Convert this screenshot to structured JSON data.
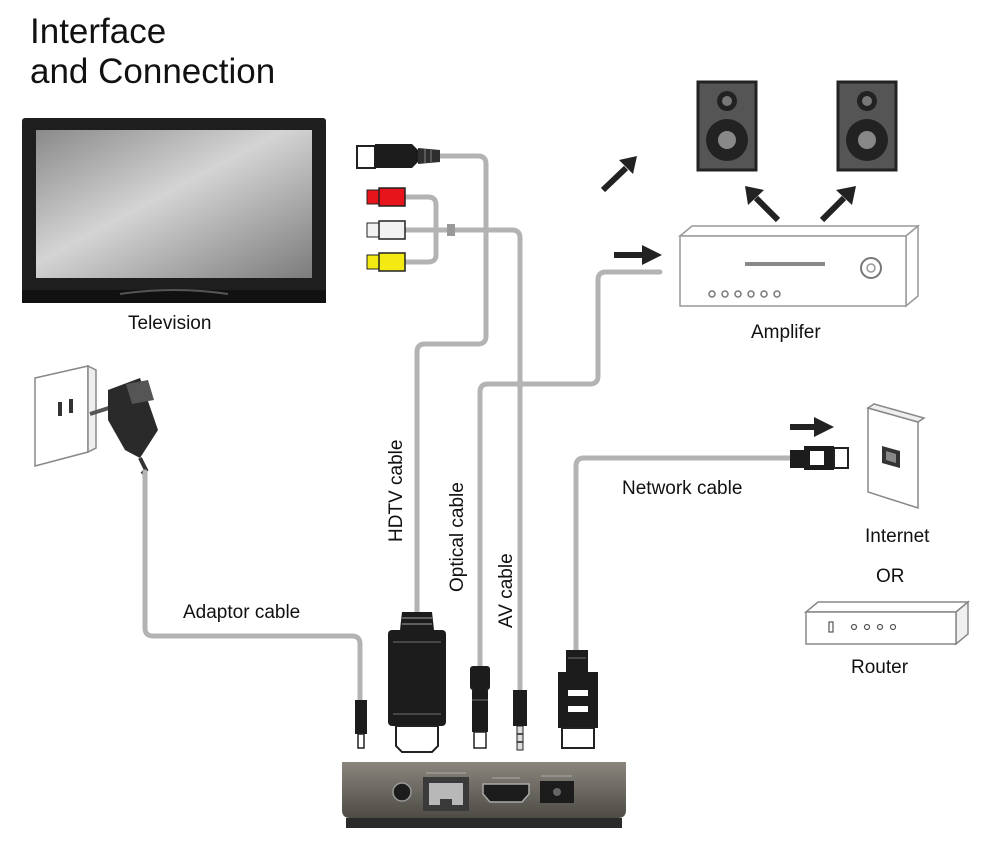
{
  "title": {
    "line1": "Interface",
    "line2": "and Connection"
  },
  "devices": {
    "television": "Television",
    "amplifier": "Amplifer",
    "internet": "Internet",
    "or": "OR",
    "router": "Router"
  },
  "cables": {
    "hdtv": "HDTV cable",
    "optical": "Optical cable",
    "av": "AV cable",
    "network": "Network cable",
    "adaptor": "Adaptor cable"
  },
  "colors": {
    "cable": "#b3b3b3",
    "plug": "#1c1c1c",
    "rca_red": "#e8141c",
    "rca_white": "#f2f2f2",
    "rca_yellow": "#f2ea12",
    "box_body": "#6a6760",
    "box_base": "#2a2a2a"
  }
}
